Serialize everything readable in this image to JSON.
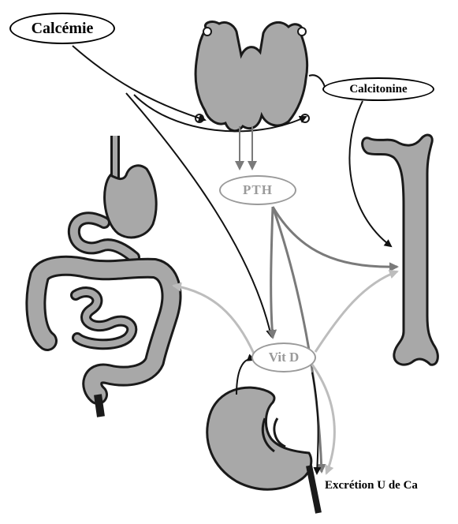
{
  "labels": {
    "calcemie": "Calcémie",
    "calcitonine": "Calcitonine",
    "pth": "PTH",
    "vit_d": "Vit D",
    "excretion": "Excrétion U de Ca"
  },
  "colors": {
    "organ_fill": "#a8a8a8",
    "organ_outline": "#1a1a1a",
    "arrow_dark": "#111111",
    "arrow_mid": "#7a7a7a",
    "arrow_light": "#bdbdbd",
    "label_grey": "#9a9a9a"
  },
  "icons": [
    "thyroid-icon",
    "bone-icon",
    "digestive-tract-icon",
    "kidney-icon"
  ]
}
